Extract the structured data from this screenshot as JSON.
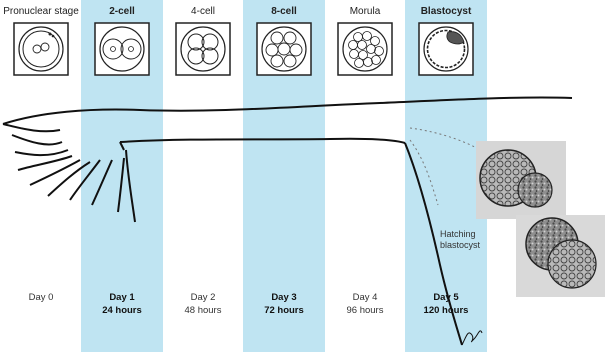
{
  "colors": {
    "highlight_band": "#bfe4f2",
    "ink": "#222222",
    "background": "#ffffff"
  },
  "stages": [
    {
      "label": "Pronuclear stage",
      "day": "Day 0",
      "hours": "",
      "highlight": false,
      "icon": "pronuclear-zygote-icon"
    },
    {
      "label": "2-cell",
      "day": "Day 1",
      "hours": "24 hours",
      "highlight": true,
      "icon": "two-cell-embryo-icon"
    },
    {
      "label": "4-cell",
      "day": "Day 2",
      "hours": "48 hours",
      "highlight": false,
      "icon": "four-cell-embryo-icon"
    },
    {
      "label": "8-cell",
      "day": "Day 3",
      "hours": "72 hours",
      "highlight": true,
      "icon": "eight-cell-embryo-icon"
    },
    {
      "label": "Morula",
      "day": "Day 4",
      "hours": "96 hours",
      "highlight": false,
      "icon": "morula-icon"
    },
    {
      "label": "Blastocyst",
      "day": "Day 5",
      "hours": "120 hours",
      "highlight": true,
      "icon": "blastocyst-icon"
    }
  ],
  "hatching_label": "Hatching blastocyst",
  "illustrations": [
    "fallopian-tube-uterus-illustration",
    "hatching-blastocyst-micrograph-icon",
    "artist-signature"
  ]
}
